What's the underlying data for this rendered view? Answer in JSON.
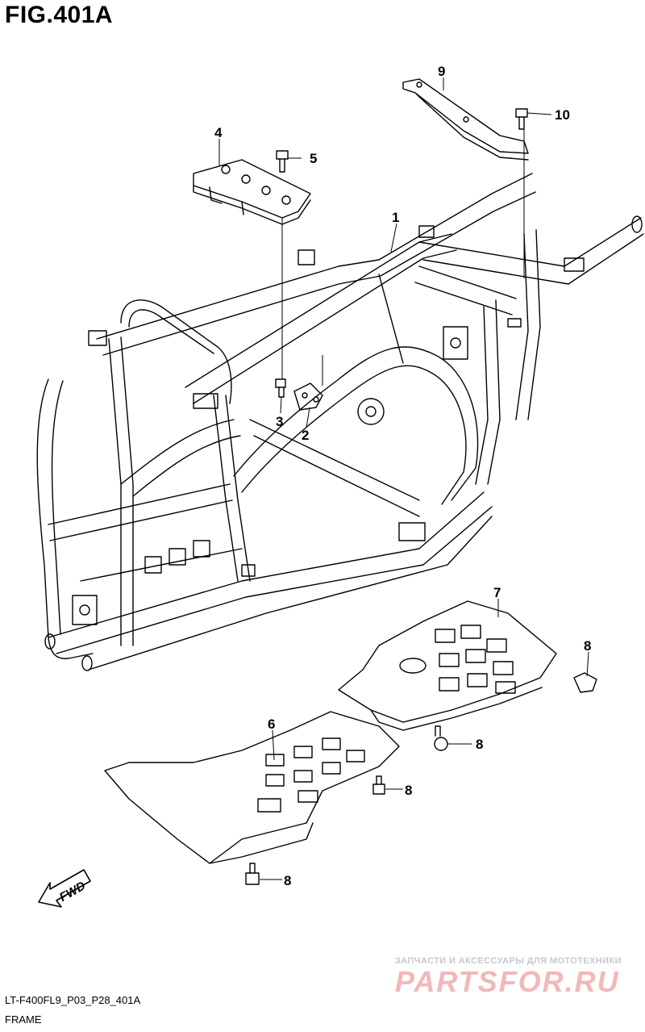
{
  "figure": {
    "title": "FIG.401A",
    "code": "LT-F400FL9_P03_P28_401A",
    "caption": "FRAME"
  },
  "callouts": [
    "1",
    "2",
    "3",
    "4",
    "5",
    "6",
    "7",
    "8",
    "8",
    "8",
    "8",
    "9",
    "10"
  ],
  "fwd_label": "FWD",
  "watermark": {
    "tagline": "ЗАПЧАСТИ И АКСЕССУАРЫ ДЛЯ МОТОТЕХНИКИ",
    "brand": "PARTSFOR.RU",
    "color": "#f2b8b8"
  }
}
